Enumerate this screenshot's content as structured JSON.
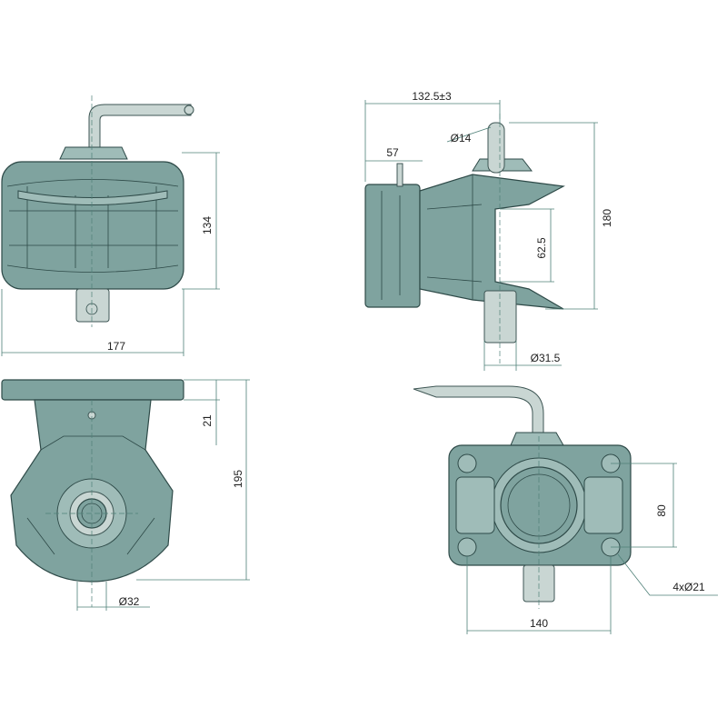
{
  "drawing": {
    "colors": {
      "body": "#7fa39f",
      "outline": "#2e4a48",
      "dimension": "#4f8078"
    },
    "dimensions": {
      "width_front": "177",
      "height_front": "134",
      "length_side": "132.5±3",
      "flange_side": "57",
      "pin_dia": "Ø14",
      "height_side": "180",
      "jaw_opening": "62.5",
      "bolt_dia_side": "Ø31.5",
      "flange_thickness": "21",
      "height_bottom": "195",
      "bore_dia": "Ø32",
      "hole_spacing_v": "80",
      "holes": "4xØ21",
      "hole_spacing_h": "140"
    }
  }
}
